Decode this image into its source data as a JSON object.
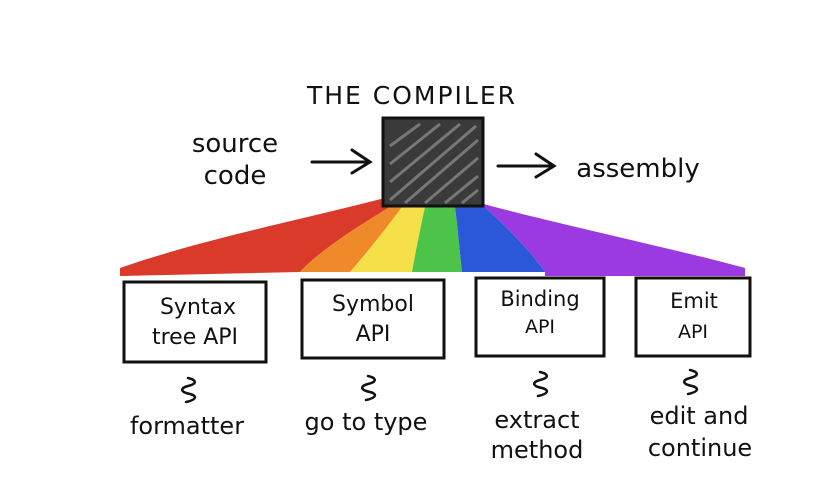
{
  "title": "THE COMPILER",
  "input": {
    "line1": "source",
    "line2": "code"
  },
  "output": {
    "label": "assembly"
  },
  "colors": {
    "ink": "#111111",
    "box_fill": "#3a3a3a",
    "rainbow": [
      "#d93a2a",
      "#ef8a2a",
      "#f5e04a",
      "#4cc44a",
      "#2a58d9",
      "#9a3ae0"
    ]
  },
  "apis": [
    {
      "line1": "Syntax",
      "line2": "tree API",
      "example_line1": "formatter",
      "example_line2": ""
    },
    {
      "line1": "Symbol",
      "line2": "API",
      "example_line1": "go to type",
      "example_line2": ""
    },
    {
      "line1": "Binding",
      "line2": "API",
      "example_line1": "extract",
      "example_line2": "method"
    },
    {
      "line1": "Emit",
      "line2": "API",
      "example_line1": "edit and",
      "example_line2": "continue"
    }
  ]
}
